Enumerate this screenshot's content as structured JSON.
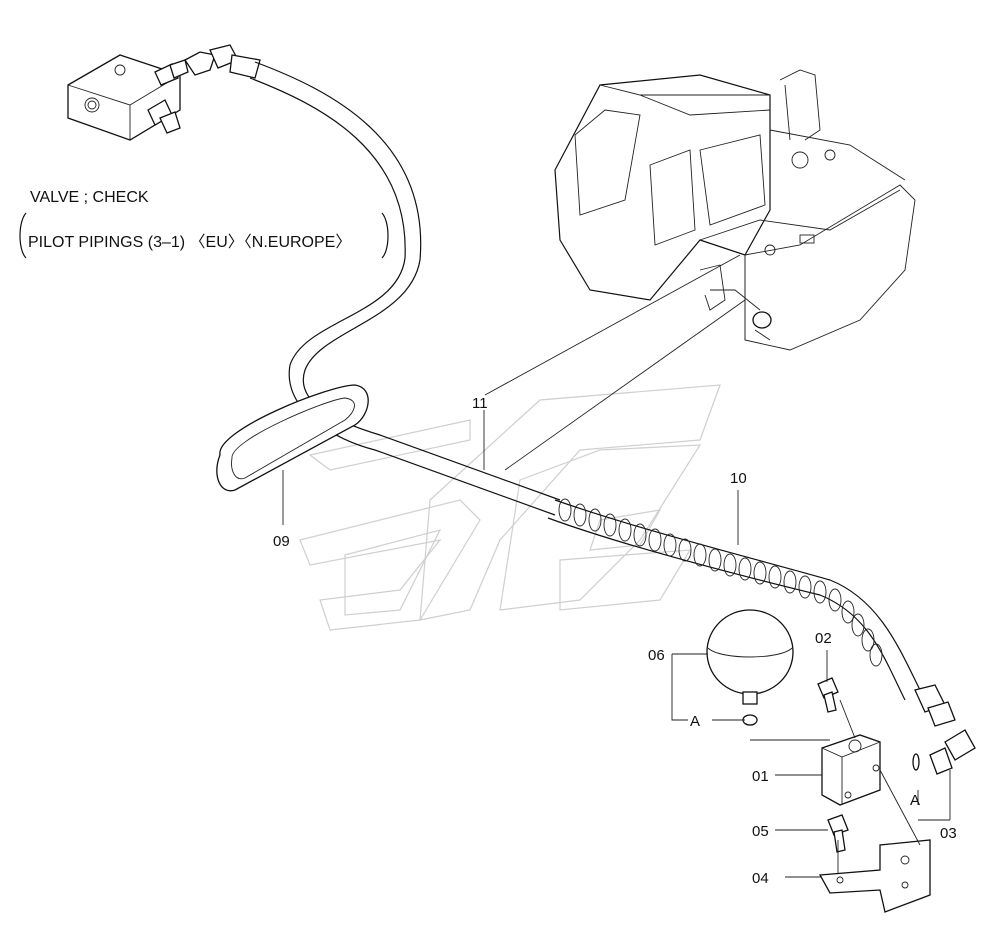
{
  "title": {
    "line1": "VALVE ; CHECK",
    "line2": "PILOT PIPINGS (3–1) 〈EU〉〈N.EUROPE〉"
  },
  "callouts": {
    "c01": "01",
    "c02": "02",
    "c03": "03",
    "c04": "04",
    "c05": "05",
    "c06": "06",
    "c09": "09",
    "c10": "10",
    "c11": "11",
    "markerA1": "A",
    "markerA2": "A"
  },
  "icons": {
    "watermark": "brand-logo-watermark",
    "machine": "excavator-upper-structure"
  }
}
